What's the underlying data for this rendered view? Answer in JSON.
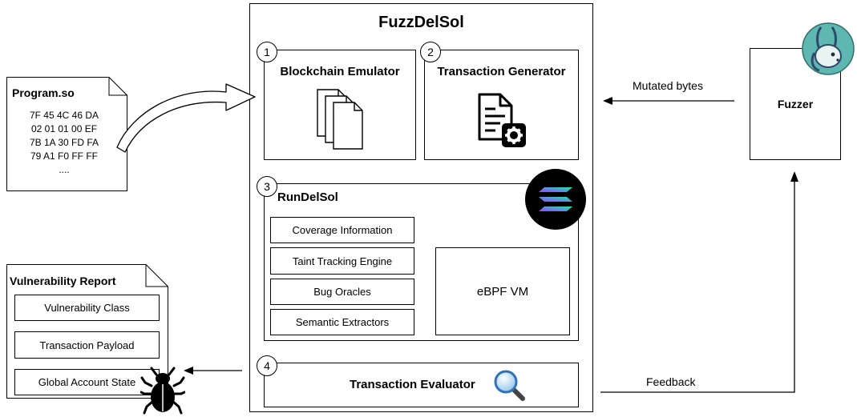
{
  "title": "FuzzDelSol",
  "program": {
    "title": "Program.so",
    "lines": [
      "7F 45 4C 46 DA",
      "02 01 01 00 EF",
      "7B 1A 30 FD FA",
      "79 A1 F0 FF FF",
      "...."
    ]
  },
  "components": {
    "blockchain_emulator": {
      "number": "1",
      "label": "Blockchain Emulator",
      "icon": "documents-icon"
    },
    "transaction_generator": {
      "number": "2",
      "label": "Transaction Generator",
      "icon": "document-gear-icon"
    },
    "rundelsol": {
      "number": "3",
      "label": "RunDelSol",
      "items": [
        "Coverage Information",
        "Taint Tracking Engine",
        "Bug Oracles",
        "Semantic Extractors"
      ],
      "vm_label": "eBPF VM",
      "logo": "solana-logo"
    },
    "transaction_evaluator": {
      "number": "4",
      "label": "Transaction Evaluator",
      "icon": "magnifier-icon"
    }
  },
  "fuzzer": {
    "label": "Fuzzer",
    "logo": "rabbit-logo"
  },
  "edges": {
    "mutated_bytes": "Mutated bytes",
    "feedback": "Feedback"
  },
  "report": {
    "title": "Vulnerability Report",
    "items": [
      "Vulnerability Class",
      "Transaction Payload",
      "Global Account State"
    ],
    "icon": "bug-icon"
  }
}
